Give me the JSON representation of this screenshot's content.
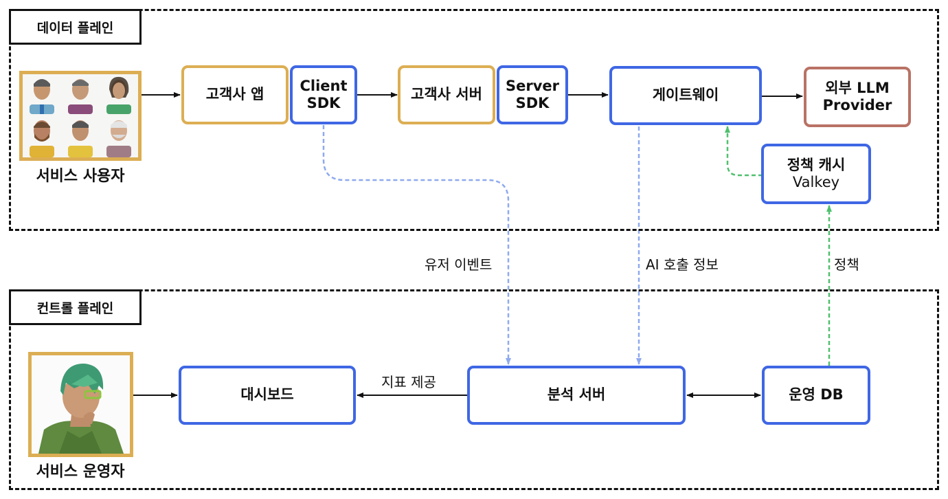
{
  "data_plane": {
    "title": "데이터 플레인",
    "users_label": "서비스 사용자",
    "customer_app": "고객사 앱",
    "client_sdk": [
      "Client",
      "SDK"
    ],
    "customer_server": "고객사 서버",
    "server_sdk": [
      "Server",
      "SDK"
    ],
    "gateway": "게이트웨이",
    "external_llm": [
      "외부 LLM",
      "Provider"
    ],
    "policy_cache": {
      "title": "정책 캐시",
      "sub": "Valkey"
    }
  },
  "edges": {
    "user_events": "유저 이벤트",
    "ai_call_info": "AI 호출 정보",
    "policy": "정책",
    "metrics": "지표 제공"
  },
  "control_plane": {
    "title": "컨트롤 플레인",
    "operator_label": "서비스 운영자",
    "dashboard": "대시보드",
    "analytics_server": "분석 서버",
    "ops_db": "운영 DB"
  },
  "colors": {
    "blue_border": "#3f67e4",
    "gold_border": "#dcae53",
    "brown_border": "#b97265",
    "dashed_blue": "#8ea9ee",
    "dashed_green": "#4fc06d"
  }
}
